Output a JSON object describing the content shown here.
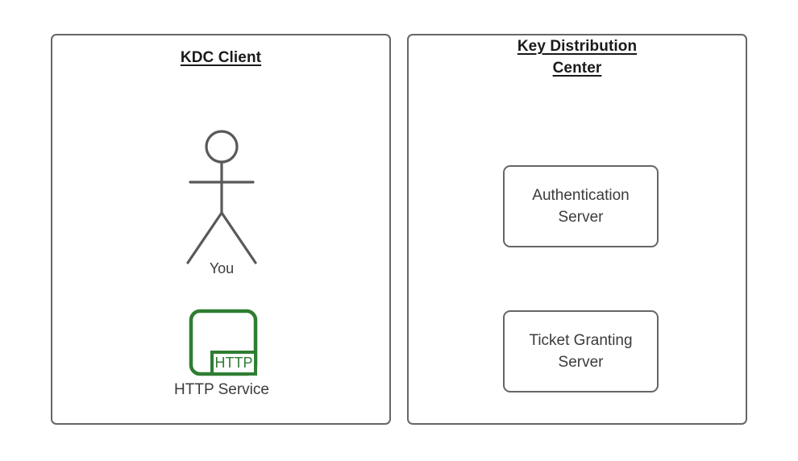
{
  "diagram": {
    "background_color": "#ffffff",
    "stroke_color": "#666666",
    "text_color": "#3b3b3b",
    "accent_green": "#2f7d32"
  },
  "panels": {
    "client": {
      "title": "KDC Client",
      "nodes": {
        "user": {
          "label": "You",
          "icon": "stick-figure-icon"
        },
        "http_service": {
          "label": "HTTP Service",
          "badge_text": "HTTP",
          "icon": "http-service-icon",
          "color": "#2f7d32"
        }
      }
    },
    "kdc": {
      "title_line1": "Key Distribution",
      "title_line2": "Center",
      "boxes": [
        {
          "label": "Authentication\nServer"
        },
        {
          "label": "Ticket Granting\nServer"
        }
      ]
    }
  }
}
